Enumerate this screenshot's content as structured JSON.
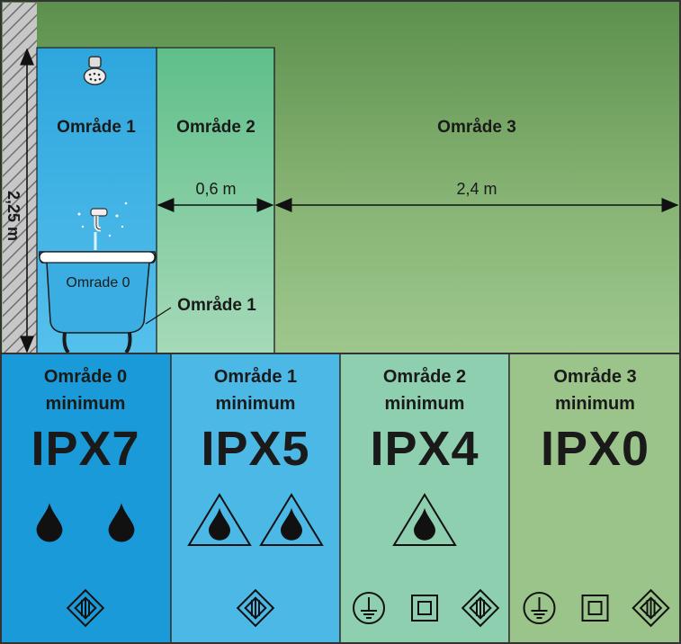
{
  "diagram": {
    "wall_height": "2,25 m",
    "zones": {
      "zone1_top": "Område 1",
      "zone2_top": "Område 2",
      "zone3_top": "Område 3",
      "zone2_width": "0,6 m",
      "zone3_width": "2,4 m",
      "bathtub_label": "Omrade 0",
      "zone1_callout": "Område 1"
    }
  },
  "ratings": [
    {
      "zone": "Område 0",
      "minimum": "minimum",
      "ip": "IPX7",
      "symbols": [
        "drop",
        "drop"
      ],
      "class_marks": [
        "class2"
      ],
      "color": "#1a9ad8"
    },
    {
      "zone": "Område 1",
      "minimum": "minimum",
      "ip": "IPX5",
      "symbols": [
        "drop-in-triangle",
        "drop-in-triangle"
      ],
      "class_marks": [
        "class2"
      ],
      "color": "#4cb8e6"
    },
    {
      "zone": "Område 2",
      "minimum": "minimum",
      "ip": "IPX4",
      "symbols": [
        "drop-in-triangle"
      ],
      "class_marks": [
        "earth",
        "class2-square",
        "class2"
      ],
      "color": "#8ecfb0"
    },
    {
      "zone": "Område 3",
      "minimum": "minimum",
      "ip": "IPX0",
      "symbols": [],
      "class_marks": [
        "earth",
        "class2-square",
        "class2"
      ],
      "color": "#9ac48a"
    }
  ],
  "colors": {
    "zone0": "#1a9ad8",
    "zone1": "#4cb8e6",
    "zone2": "#8ecfb0",
    "zone3": "#9ac48a",
    "wall": "#bdbdbd",
    "ink": "#1a1a1a"
  }
}
